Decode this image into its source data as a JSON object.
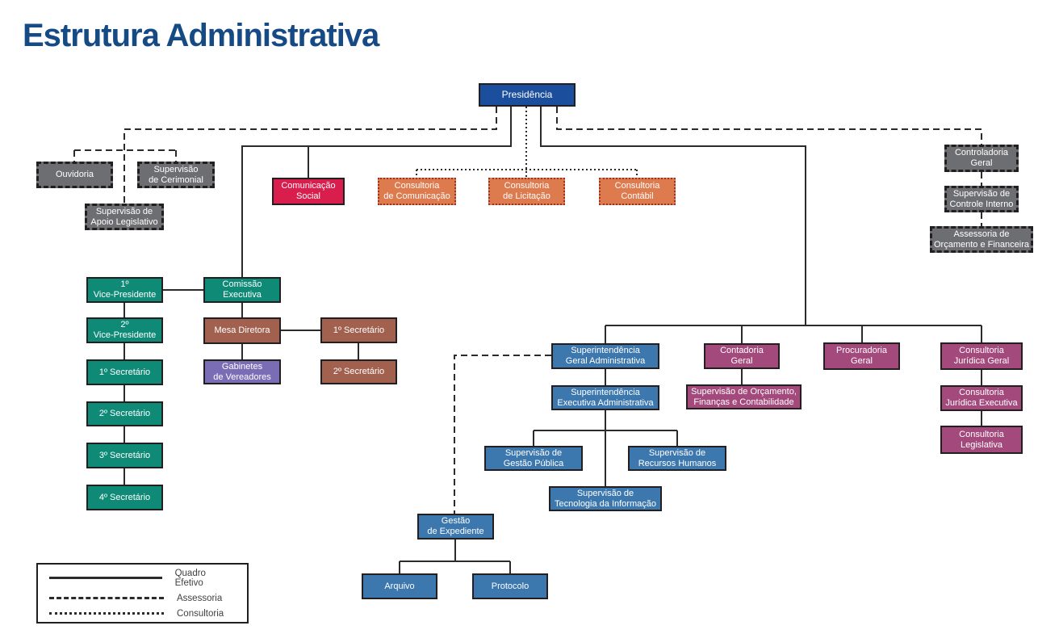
{
  "title": "Estrutura Administrativa",
  "legend": {
    "items": [
      {
        "label": "Quadro Efetivo",
        "style": "solid"
      },
      {
        "label": "Assessoria",
        "style": "dashed"
      },
      {
        "label": "Consultoria",
        "style": "dotted"
      }
    ]
  },
  "colors": {
    "title_text": "#164a85",
    "presidencia": "#1b4f9e",
    "assessoria_gray": "#6d6e71",
    "comunicacao_crimson": "#d91e4e",
    "consultoria_orange": "#dd7a4e",
    "consultoria_orange_border": "#9b3324",
    "mesa_teal": "#0e8a77",
    "secretaria_brown": "#a2614f",
    "gabinetes_purple": "#7a6cb5",
    "superintendencia_blue": "#3c77ae",
    "juridico_magenta": "#a4497c",
    "connector_line": "#2b2b2b"
  },
  "nodes": {
    "presidencia": {
      "label": "Presidência"
    },
    "ouvidoria": {
      "label": "Ouvidoria"
    },
    "supervisao_cerimonial": {
      "label": "Supervisão\nde Cerimonial"
    },
    "supervisao_apoio_legislativo": {
      "label": "Supervisão de\nApoio Legislativo"
    },
    "comunicacao_social": {
      "label": "Comunicação\nSocial"
    },
    "consultoria_comunicacao": {
      "label": "Consultoria\nde Comunicação"
    },
    "consultoria_licitacao": {
      "label": "Consultoria\nde Licitação"
    },
    "consultoria_contabil": {
      "label": "Consultoria\nContábil"
    },
    "controladoria_geral": {
      "label": "Controladoria\nGeral"
    },
    "supervisao_controle_interno": {
      "label": "Supervisão de\nControle Interno"
    },
    "assessoria_orcamento_financeira": {
      "label": "Assessoria de\nOrçamento e Financeira"
    },
    "vice_presidente_1": {
      "label": "1º\nVice-Presidente"
    },
    "vice_presidente_2": {
      "label": "2º\nVice-Presidente"
    },
    "secretario_1": {
      "label": "1º Secretário"
    },
    "secretario_2": {
      "label": "2º Secretário"
    },
    "secretario_3": {
      "label": "3º Secretário"
    },
    "secretario_4": {
      "label": "4º Secretário"
    },
    "comissao_executiva": {
      "label": "Comissão\nExecutiva"
    },
    "mesa_diretora": {
      "label": "Mesa Diretora"
    },
    "gabinetes_vereadores": {
      "label": "Gabinetes\nde Vereadores"
    },
    "mesa_secretario_1": {
      "label": "1º Secretário"
    },
    "mesa_secretario_2": {
      "label": "2º Secretário"
    },
    "superintendencia_geral": {
      "label": "Superintendência\nGeral Administrativa"
    },
    "superintendencia_executiva": {
      "label": "Superintendência\nExecutiva Administrativa"
    },
    "supervisao_gestao_publica": {
      "label": "Supervisão de\nGestão Pública"
    },
    "supervisao_recursos_humanos": {
      "label": "Supervisão de\nRecursos Humanos"
    },
    "supervisao_tecnologia_informacao": {
      "label": "Supervisão de\nTecnologia da Informação"
    },
    "gestao_expediente": {
      "label": "Gestão\nde Expediente"
    },
    "arquivo": {
      "label": "Arquivo"
    },
    "protocolo": {
      "label": "Protocolo"
    },
    "contadoria_geral": {
      "label": "Contadoria\nGeral"
    },
    "supervisao_orcamento_financas": {
      "label": "Supervisão de Orçamento,\nFinanças e Contabilidade"
    },
    "procuradoria_geral": {
      "label": "Procuradoria\nGeral"
    },
    "consultoria_juridica_geral": {
      "label": "Consultoria\nJurídica Geral"
    },
    "consultoria_juridica_executiva": {
      "label": "Consultoria\nJurídica Executiva"
    },
    "consultoria_legislativa": {
      "label": "Consultoria\nLegislativa"
    }
  }
}
